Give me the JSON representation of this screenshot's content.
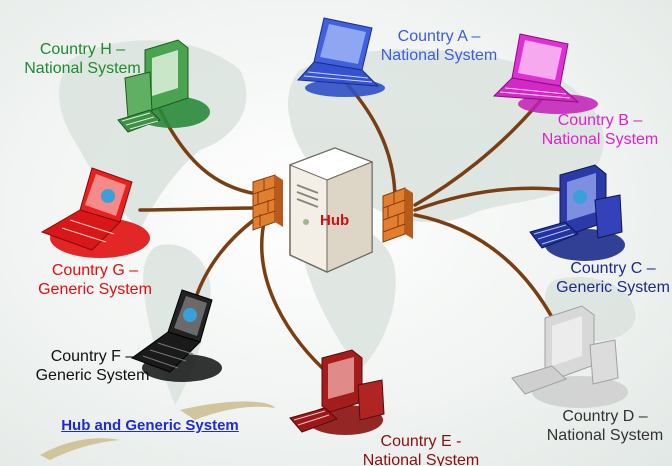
{
  "title": "Hub and Generic System",
  "hub_label": "Hub",
  "nodes": [
    {
      "label_line1": "Country H –",
      "label_line2": "National System",
      "color": "#1f8a2e",
      "device": "desktop"
    },
    {
      "label_line1": "Country A –",
      "label_line2": "National System",
      "color": "#3b5ee0",
      "device": "laptop"
    },
    {
      "label_line1": "Country B –",
      "label_line2": "National System",
      "color": "#e020d0",
      "device": "laptop"
    },
    {
      "label_line1": "Country C –",
      "label_line2": "Generic System",
      "color": "#1c2b8a",
      "device": "desktop"
    },
    {
      "label_line1": "Country D –",
      "label_line2": "National System",
      "color": "#333333",
      "device": "desktop"
    },
    {
      "label_line1": "Country E -",
      "label_line2": "National System",
      "color": "#8a1010",
      "device": "desktop"
    },
    {
      "label_line1": "Country F –",
      "label_line2": "Generic System",
      "color": "#111111",
      "device": "laptop"
    },
    {
      "label_line1": "Country G –",
      "label_line2": "Generic System",
      "color": "#e01010",
      "device": "laptop"
    }
  ],
  "colors": {
    "link": "#8a4a1e",
    "firewall": "#d9762a",
    "title": "#1c2bd6",
    "hub_text": "#d01010"
  }
}
